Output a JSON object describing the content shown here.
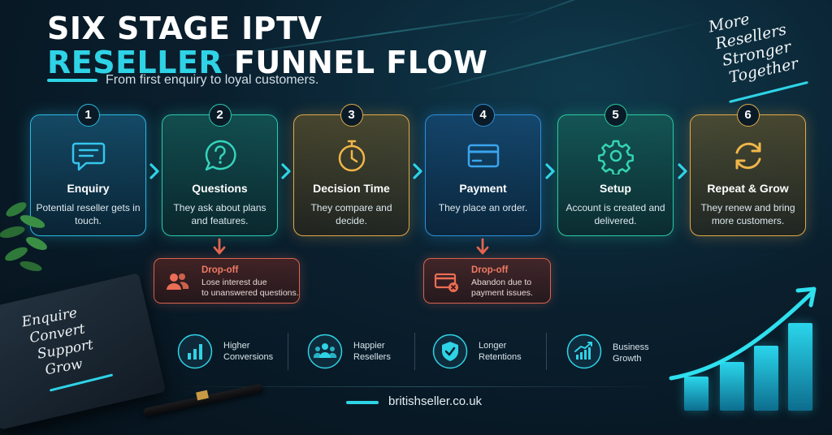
{
  "title": {
    "line1": "SIX STAGE IPTV",
    "line2_accent": "RESELLER",
    "line2_rest": "FUNNEL FLOW"
  },
  "subtitle": "From first enquiry to loyal customers.",
  "slogan": [
    "More",
    "Resellers",
    "Stronger",
    "Together"
  ],
  "steps": [
    {
      "number": "1",
      "title": "Enquiry",
      "description": "Potential reseller gets in touch.",
      "icon": "chat-icon",
      "color": "#2cb8e0"
    },
    {
      "number": "2",
      "title": "Questions",
      "description": "They ask about plans and features.",
      "icon": "question-bubble-icon",
      "color": "#2cc9b0"
    },
    {
      "number": "3",
      "title": "Decision Time",
      "description": "They compare and decide.",
      "icon": "stopwatch-icon",
      "color": "#e0a94a"
    },
    {
      "number": "4",
      "title": "Payment",
      "description": "They place an order.",
      "icon": "credit-card-icon",
      "color": "#2e8fd8"
    },
    {
      "number": "5",
      "title": "Setup",
      "description": "Account is created and delivered.",
      "icon": "gear-icon",
      "color": "#2cc9a0"
    },
    {
      "number": "6",
      "title": "Repeat & Grow",
      "description": "They renew and bring more customers.",
      "icon": "refresh-icon",
      "color": "#e0a94a"
    }
  ],
  "dropoffs": [
    {
      "title": "Drop-off",
      "line1": "Lose interest due",
      "line2": "to unanswered questions.",
      "icon": "users-icon"
    },
    {
      "title": "Drop-off",
      "line1": "Abandon due to",
      "line2": "payment issues.",
      "icon": "card-declined-icon"
    }
  ],
  "benefits": [
    {
      "line1": "Higher",
      "line2": "Conversions",
      "icon": "bar-chart-icon"
    },
    {
      "line1": "Happier",
      "line2": "Resellers",
      "icon": "group-icon"
    },
    {
      "line1": "Longer",
      "line2": "Retentions",
      "icon": "shield-check-icon"
    },
    {
      "line1": "Business",
      "line2": "Growth",
      "icon": "trend-up-icon"
    }
  ],
  "notebook": [
    "Enquire",
    "Convert",
    "Support",
    "Grow"
  ],
  "footer_url": "britishseller.co.uk",
  "colors": {
    "accent": "#2fd3e6",
    "dropoff": "#d9634e",
    "amber": "#e0a94a"
  }
}
